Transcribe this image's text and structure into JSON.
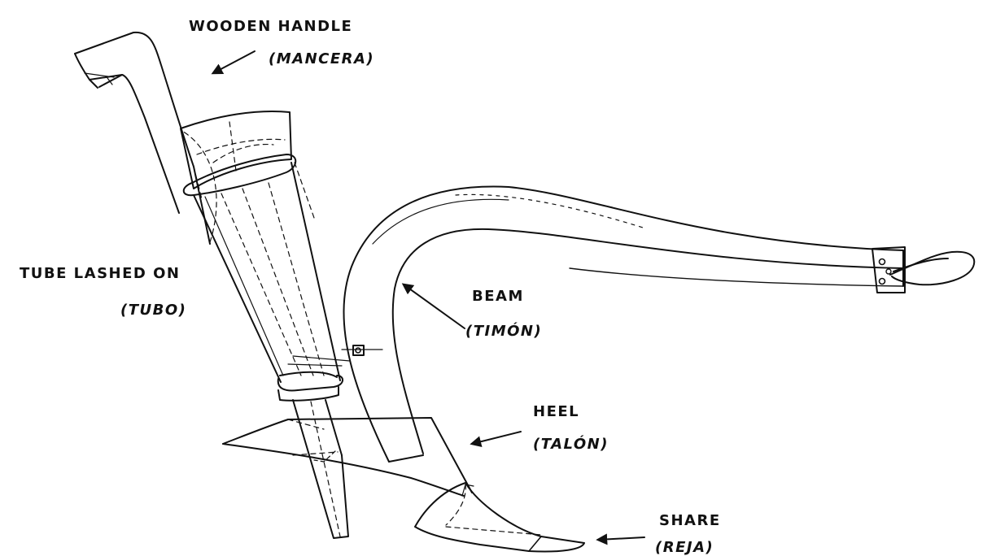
{
  "diagram": {
    "ink_color": "#111111",
    "labels": {
      "handle": "WOODEN HANDLE",
      "handle_es": "(MANCERA)",
      "tube": "TUBE LASHED ON",
      "tube_es": "(TUBO)",
      "beam": "BEAM",
      "beam_es": "(TIMÓN)",
      "heel": "HEEL",
      "heel_es": "(TALÓN)",
      "share": "SHARE",
      "share_es": "(REJA)"
    }
  }
}
